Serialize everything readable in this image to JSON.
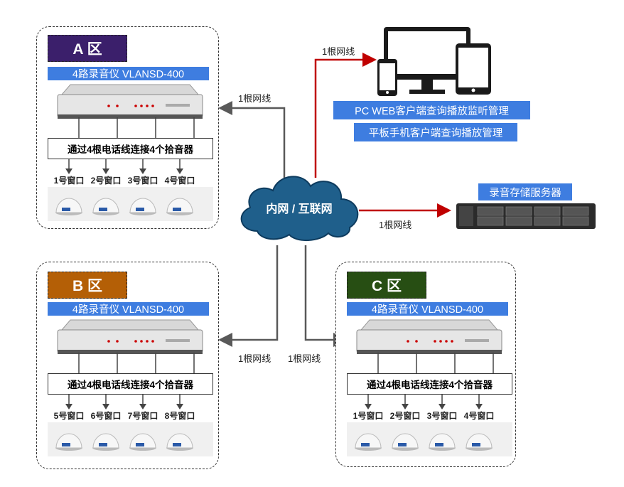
{
  "zones": [
    {
      "title": "A 区",
      "color": "#3b1f6b",
      "device": "4路录音仪 VLANSD-400",
      "connection": "通过4根电话线连接4个拾音器",
      "windows": [
        "1号窗口",
        "2号窗口",
        "3号窗口",
        "4号窗口"
      ]
    },
    {
      "title": "B 区",
      "color": "#b45f06",
      "device": "4路录音仪 VLANSD-400",
      "connection": "通过4根电话线连接4个拾音器",
      "windows": [
        "5号窗口",
        "6号窗口",
        "7号窗口",
        "8号窗口"
      ]
    },
    {
      "title": "C 区",
      "color": "#274e13",
      "device": "4路录音仪 VLANSD-400",
      "connection": "通过4根电话线连接4个拾音器",
      "windows": [
        "1号窗口",
        "2号窗口",
        "3号窗口",
        "4号窗口"
      ]
    }
  ],
  "cloud": {
    "label": "内网 / 互联网",
    "color": "#1f5f8b"
  },
  "clients": {
    "pc_label": "PC WEB客户端查询播放监听管理",
    "tablet_label": "平板手机客户端查询播放管理"
  },
  "server": {
    "label": "录音存储服务器"
  },
  "network_cable_label": "1根网线",
  "colors": {
    "client_arrow": "#c00000",
    "zone_arrow": "#595959",
    "label_bar": "#3e7de0"
  }
}
